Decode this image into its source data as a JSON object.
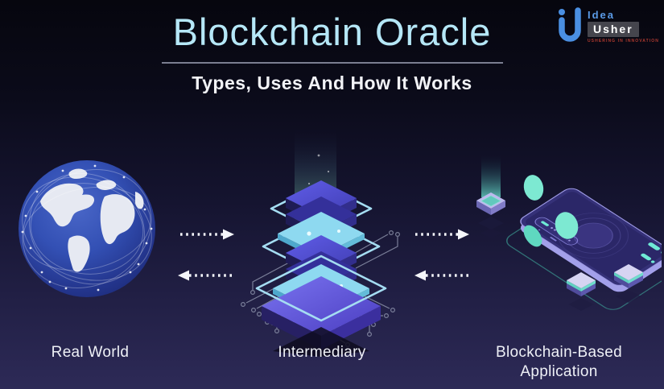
{
  "header": {
    "title": "Blockchain Oracle",
    "subtitle": "Types, Uses And How It Works"
  },
  "logo": {
    "name_top": "Idea",
    "name_bottom": "Usher",
    "tagline": "USHERING IN INNOVATION"
  },
  "diagram": {
    "nodes": [
      {
        "id": "real-world",
        "label": "Real World",
        "illustration": "globe-network"
      },
      {
        "id": "intermediary",
        "label": "Intermediary",
        "illustration": "blockchain-stack"
      },
      {
        "id": "blockchain-app",
        "label": "Blockchain-Based Application",
        "illustration": "mobile-application"
      }
    ],
    "flows": [
      {
        "from": "real-world",
        "to": "intermediary",
        "direction": "right"
      },
      {
        "from": "intermediary",
        "to": "real-world",
        "direction": "left"
      },
      {
        "from": "intermediary",
        "to": "blockchain-app",
        "direction": "right"
      },
      {
        "from": "blockchain-app",
        "to": "intermediary",
        "direction": "left"
      }
    ]
  },
  "colors": {
    "title_accent": "#b5e7f7",
    "subtitle_text": "#f2f3f7",
    "label_text": "#eef0f6",
    "background_top": "#06060e",
    "background_bottom": "#2d2a57",
    "teal_accent": "#6fe9d6",
    "indigo_block": "#4e4bd0",
    "cyan_wireframe": "#a5ddf2",
    "globe_blue": "#2f4cb0",
    "logo_blue": "#4a8fe2",
    "arrow_color": "#f5f6fa"
  }
}
